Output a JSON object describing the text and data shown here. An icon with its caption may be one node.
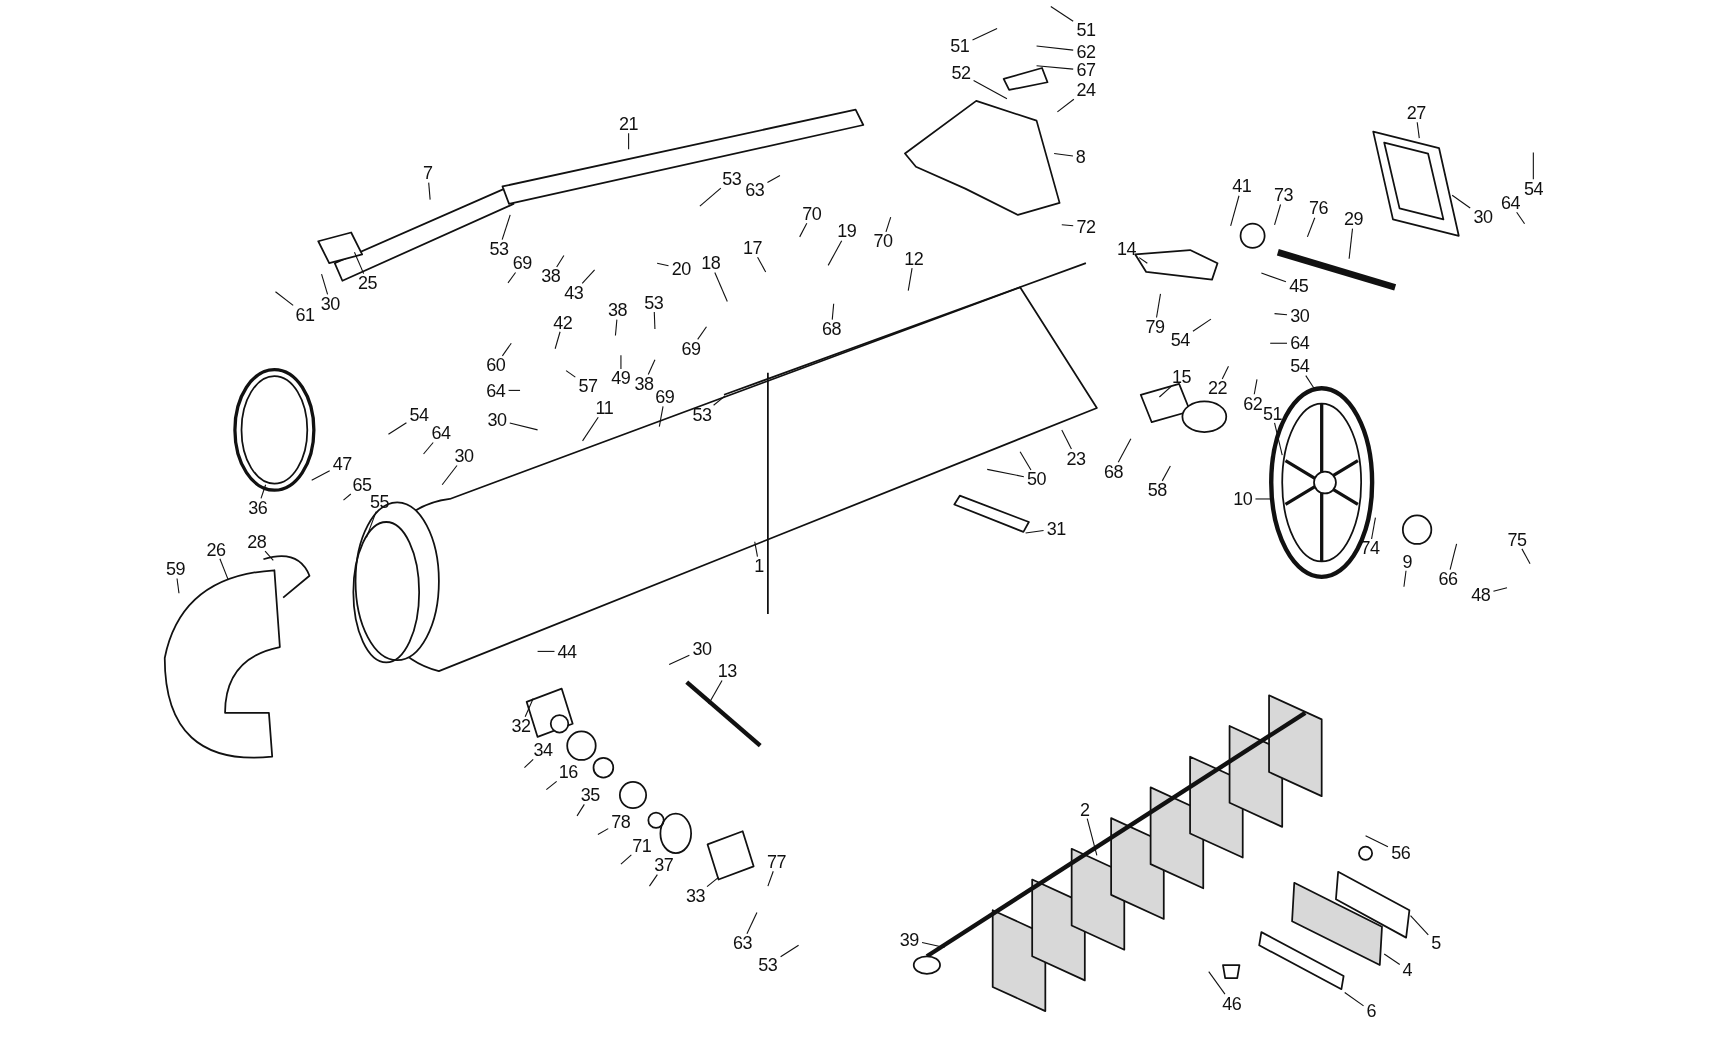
{
  "diagram": {
    "nodes": [
      {
        "text": [
          "21"
        ]
      },
      {
        "text": [
          "7"
        ]
      },
      {
        "text": [
          "25"
        ]
      },
      {
        "text": [
          "61"
        ]
      },
      {
        "text": [
          "30"
        ]
      },
      {
        "text": [
          "53"
        ]
      },
      {
        "text": [
          "69"
        ]
      },
      {
        "text": [
          "38"
        ]
      },
      {
        "text": [
          "43"
        ]
      },
      {
        "text": [
          "53"
        ]
      },
      {
        "text": [
          "63"
        ]
      },
      {
        "text": [
          "70"
        ]
      },
      {
        "text": [
          "19"
        ]
      },
      {
        "text": [
          "70"
        ]
      },
      {
        "text": [
          "12"
        ]
      },
      {
        "text": [
          "17"
        ]
      },
      {
        "text": [
          "18"
        ]
      },
      {
        "text": [
          "20"
        ]
      },
      {
        "text": [
          "38"
        ]
      },
      {
        "text": [
          "42"
        ]
      },
      {
        "text": [
          "53"
        ]
      },
      {
        "text": [
          "69"
        ]
      },
      {
        "text": [
          "57"
        ]
      },
      {
        "text": [
          "49"
        ]
      },
      {
        "text": [
          "38"
        ]
      },
      {
        "text": [
          "69"
        ]
      },
      {
        "text": [
          "53"
        ]
      },
      {
        "text": [
          "60"
        ]
      },
      {
        "text": [
          "64"
        ]
      },
      {
        "text": [
          "30"
        ]
      },
      {
        "text": [
          "11"
        ]
      },
      {
        "text": [
          "54"
        ]
      },
      {
        "text": [
          "64"
        ]
      },
      {
        "text": [
          "30"
        ]
      },
      {
        "text": [
          "68"
        ]
      },
      {
        "text": [
          "51"
        ]
      },
      {
        "text": [
          "52"
        ]
      },
      {
        "text": [
          "51"
        ]
      },
      {
        "text": [
          "62"
        ]
      },
      {
        "text": [
          "67"
        ]
      },
      {
        "text": [
          "24"
        ]
      },
      {
        "text": [
          "8"
        ]
      },
      {
        "text": [
          "72"
        ]
      },
      {
        "text": [
          "14"
        ]
      },
      {
        "text": [
          "41"
        ]
      },
      {
        "text": [
          "73"
        ]
      },
      {
        "text": [
          "76"
        ]
      },
      {
        "text": [
          "29"
        ]
      },
      {
        "text": [
          "27"
        ]
      },
      {
        "text": [
          "30"
        ]
      },
      {
        "text": [
          "64"
        ]
      },
      {
        "text": [
          "54"
        ]
      },
      {
        "text": [
          "45"
        ]
      },
      {
        "text": [
          "30"
        ]
      },
      {
        "text": [
          "64"
        ]
      },
      {
        "text": [
          "54"
        ]
      },
      {
        "text": [
          "79"
        ]
      },
      {
        "text": [
          "54"
        ]
      },
      {
        "text": [
          "15"
        ]
      },
      {
        "text": [
          "22"
        ]
      },
      {
        "text": [
          "62"
        ]
      },
      {
        "text": [
          "51"
        ]
      },
      {
        "text": [
          "10"
        ]
      },
      {
        "text": [
          "74"
        ]
      },
      {
        "text": [
          "9"
        ]
      },
      {
        "text": [
          "66"
        ]
      },
      {
        "text": [
          "48"
        ]
      },
      {
        "text": [
          "75"
        ]
      },
      {
        "text": [
          "23"
        ]
      },
      {
        "text": [
          "68"
        ]
      },
      {
        "text": [
          "58"
        ]
      },
      {
        "text": [
          "50"
        ]
      },
      {
        "text": [
          "31"
        ]
      },
      {
        "text": [
          "36"
        ]
      },
      {
        "text": [
          "47"
        ]
      },
      {
        "text": [
          "65"
        ]
      },
      {
        "text": [
          "55"
        ]
      },
      {
        "text": [
          "59"
        ]
      },
      {
        "text": [
          "26"
        ]
      },
      {
        "text": [
          "28"
        ]
      },
      {
        "text": [
          "1"
        ]
      },
      {
        "text": [
          "44"
        ]
      },
      {
        "text": [
          "30"
        ]
      },
      {
        "text": [
          "13"
        ]
      },
      {
        "text": [
          "32"
        ]
      },
      {
        "text": [
          "34"
        ]
      },
      {
        "text": [
          "16"
        ]
      },
      {
        "text": [
          "35"
        ]
      },
      {
        "text": [
          "78"
        ]
      },
      {
        "text": [
          "71"
        ]
      },
      {
        "text": [
          "37"
        ]
      },
      {
        "text": [
          "33"
        ]
      },
      {
        "text": [
          "77"
        ]
      },
      {
        "text": [
          "63"
        ]
      },
      {
        "text": [
          "53"
        ]
      },
      {
        "text": [
          "2"
        ]
      },
      {
        "text": [
          "56"
        ]
      },
      {
        "text": [
          "5"
        ]
      },
      {
        "text": [
          "4"
        ]
      },
      {
        "text": [
          "6"
        ]
      },
      {
        "text": [
          "46"
        ]
      },
      {
        "text": [
          "39"
        ]
      }
    ],
    "edges": [
      {
        "from": 0,
        "to": null,
        "arrow": "none"
      },
      {
        "from": 1,
        "to": null,
        "arrow": "none"
      },
      {
        "from": 2,
        "to": null,
        "arrow": "none"
      },
      {
        "from": 3,
        "to": null,
        "arrow": "none"
      },
      {
        "from": 4,
        "to": null,
        "arrow": "none"
      },
      {
        "from": 5,
        "to": null,
        "arrow": "none"
      },
      {
        "from": 6,
        "to": null,
        "arrow": "none"
      },
      {
        "from": 7,
        "to": null,
        "arrow": "none"
      },
      {
        "from": 8,
        "to": null,
        "arrow": "none"
      },
      {
        "from": 9,
        "to": null,
        "arrow": "none"
      },
      {
        "from": 10,
        "to": null,
        "arrow": "none"
      },
      {
        "from": 11,
        "to": null,
        "arrow": "none"
      },
      {
        "from": 12,
        "to": null,
        "arrow": "none"
      },
      {
        "from": 13,
        "to": null,
        "arrow": "none"
      },
      {
        "from": 14,
        "to": null,
        "arrow": "none"
      },
      {
        "from": 15,
        "to": null,
        "arrow": "none"
      },
      {
        "from": 16,
        "to": null,
        "arrow": "none"
      },
      {
        "from": 17,
        "to": null,
        "arrow": "none"
      },
      {
        "from": 18,
        "to": null,
        "arrow": "none"
      },
      {
        "from": 19,
        "to": null,
        "arrow": "none"
      },
      {
        "from": 20,
        "to": null,
        "arrow": "none"
      },
      {
        "from": 21,
        "to": null,
        "arrow": "none"
      },
      {
        "from": 22,
        "to": null,
        "arrow": "none"
      },
      {
        "from": 23,
        "to": null,
        "arrow": "none"
      },
      {
        "from": 24,
        "to": null,
        "arrow": "none"
      },
      {
        "from": 25,
        "to": null,
        "arrow": "none"
      },
      {
        "from": 26,
        "to": null,
        "arrow": "none"
      },
      {
        "from": 27,
        "to": null,
        "arrow": "none"
      },
      {
        "from": 28,
        "to": null,
        "arrow": "none"
      },
      {
        "from": 29,
        "to": null,
        "arrow": "none"
      },
      {
        "from": 30,
        "to": null,
        "arrow": "none"
      },
      {
        "from": 31,
        "to": null,
        "arrow": "none"
      },
      {
        "from": 32,
        "to": null,
        "arrow": "none"
      },
      {
        "from": 33,
        "to": null,
        "arrow": "none"
      },
      {
        "from": 34,
        "to": null,
        "arrow": "none"
      },
      {
        "from": 35,
        "to": null,
        "arrow": "none"
      },
      {
        "from": 36,
        "to": null,
        "arrow": "none"
      },
      {
        "from": 37,
        "to": null,
        "arrow": "none"
      },
      {
        "from": 38,
        "to": null,
        "arrow": "none"
      },
      {
        "from": 39,
        "to": null,
        "arrow": "none"
      },
      {
        "from": 40,
        "to": null,
        "arrow": "none"
      },
      {
        "from": 41,
        "to": null,
        "arrow": "none"
      },
      {
        "from": 42,
        "to": null,
        "arrow": "none"
      },
      {
        "from": 43,
        "to": null,
        "arrow": "none"
      },
      {
        "from": 44,
        "to": null,
        "arrow": "none"
      },
      {
        "from": 45,
        "to": null,
        "arrow": "none"
      },
      {
        "from": 46,
        "to": null,
        "arrow": "none"
      },
      {
        "from": 47,
        "to": null,
        "arrow": "none"
      },
      {
        "from": 48,
        "to": null,
        "arrow": "none"
      },
      {
        "from": 49,
        "to": null,
        "arrow": "none"
      },
      {
        "from": 50,
        "to": null,
        "arrow": "none"
      },
      {
        "from": 51,
        "to": null,
        "arrow": "none"
      },
      {
        "from": 52,
        "to": null,
        "arrow": "none"
      },
      {
        "from": 53,
        "to": null,
        "arrow": "none"
      },
      {
        "from": 54,
        "to": null,
        "arrow": "none"
      },
      {
        "from": 55,
        "to": null,
        "arrow": "none"
      },
      {
        "from": 56,
        "to": null,
        "arrow": "none"
      },
      {
        "from": 57,
        "to": null,
        "arrow": "none"
      },
      {
        "from": 58,
        "to": null,
        "arrow": "none"
      },
      {
        "from": 59,
        "to": null,
        "arrow": "none"
      },
      {
        "from": 60,
        "to": null,
        "arrow": "none"
      },
      {
        "from": 61,
        "to": null,
        "arrow": "none"
      },
      {
        "from": 62,
        "to": null,
        "arrow": "none"
      },
      {
        "from": 63,
        "to": null,
        "arrow": "none"
      },
      {
        "from": 64,
        "to": null,
        "arrow": "none"
      },
      {
        "from": 65,
        "to": null,
        "arrow": "none"
      },
      {
        "from": 66,
        "to": null,
        "arrow": "none"
      },
      {
        "from": 67,
        "to": null,
        "arrow": "none"
      },
      {
        "from": 68,
        "to": null,
        "arrow": "none"
      },
      {
        "from": 69,
        "to": null,
        "arrow": "none"
      },
      {
        "from": 70,
        "to": null,
        "arrow": "none"
      },
      {
        "from": 71,
        "to": null,
        "arrow": "none"
      },
      {
        "from": 71,
        "to": null,
        "arrow": "none"
      },
      {
        "from": 72,
        "to": null,
        "arrow": "none"
      },
      {
        "from": 73,
        "to": null,
        "arrow": "none"
      },
      {
        "from": 74,
        "to": null,
        "arrow": "none"
      },
      {
        "from": 75,
        "to": null,
        "arrow": "none"
      },
      {
        "from": 76,
        "to": null,
        "arrow": "none"
      },
      {
        "from": 77,
        "to": null,
        "arrow": "none"
      },
      {
        "from": 78,
        "to": null,
        "arrow": "none"
      },
      {
        "from": 79,
        "to": null,
        "arrow": "none"
      },
      {
        "from": 80,
        "to": null,
        "arrow": "none"
      },
      {
        "from": 81,
        "to": null,
        "arrow": "none"
      },
      {
        "from": 82,
        "to": null,
        "arrow": "none"
      },
      {
        "from": 83,
        "to": null,
        "arrow": "none"
      },
      {
        "from": 84,
        "to": null,
        "arrow": "none"
      },
      {
        "from": 85,
        "to": null,
        "arrow": "none"
      },
      {
        "from": 86,
        "to": null,
        "arrow": "none"
      },
      {
        "from": 87,
        "to": null,
        "arrow": "none"
      },
      {
        "from": 88,
        "to": null,
        "arrow": "none"
      },
      {
        "from": 89,
        "to": null,
        "arrow": "none"
      },
      {
        "from": 90,
        "to": null,
        "arrow": "none"
      },
      {
        "from": 91,
        "to": null,
        "arrow": "none"
      },
      {
        "from": 92,
        "to": null,
        "arrow": "none"
      },
      {
        "from": 93,
        "to": null,
        "arrow": "none"
      },
      {
        "from": 94,
        "to": null,
        "arrow": "none"
      },
      {
        "from": 95,
        "to": null,
        "arrow": "none"
      },
      {
        "from": 96,
        "to": null,
        "arrow": "none"
      },
      {
        "from": 97,
        "to": null,
        "arrow": "none"
      },
      {
        "from": 98,
        "to": null,
        "arrow": "none"
      },
      {
        "from": 99,
        "to": null,
        "arrow": "none"
      },
      {
        "from": 100,
        "to": null,
        "arrow": "none"
      },
      {
        "from": 101,
        "to": null,
        "arrow": "none"
      }
    ]
  }
}
